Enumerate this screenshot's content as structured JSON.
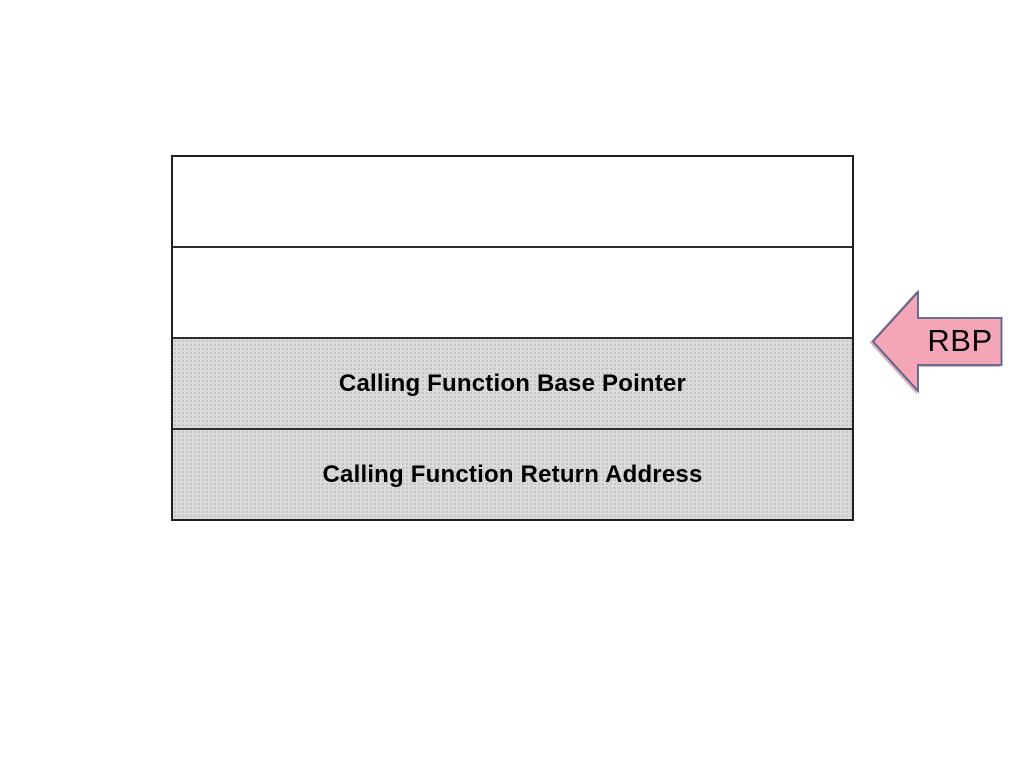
{
  "stack": {
    "rows": [
      {
        "label": "",
        "type": "empty"
      },
      {
        "label": "",
        "type": "empty"
      },
      {
        "label": "Calling Function Base Pointer",
        "type": "filled"
      },
      {
        "label": "Calling Function Return Address",
        "type": "filled"
      }
    ]
  },
  "pointer": {
    "label": "RBP"
  },
  "colors": {
    "row_fill": "#dbdbdb",
    "row_empty": "#ffffff",
    "table_border": "#1f1f1f",
    "divider": "#2e2e2e",
    "arrow_fill": "#f5a6b6",
    "arrow_border": "#54648f",
    "label_color": "#000000",
    "page_bg": "#ffffff"
  }
}
